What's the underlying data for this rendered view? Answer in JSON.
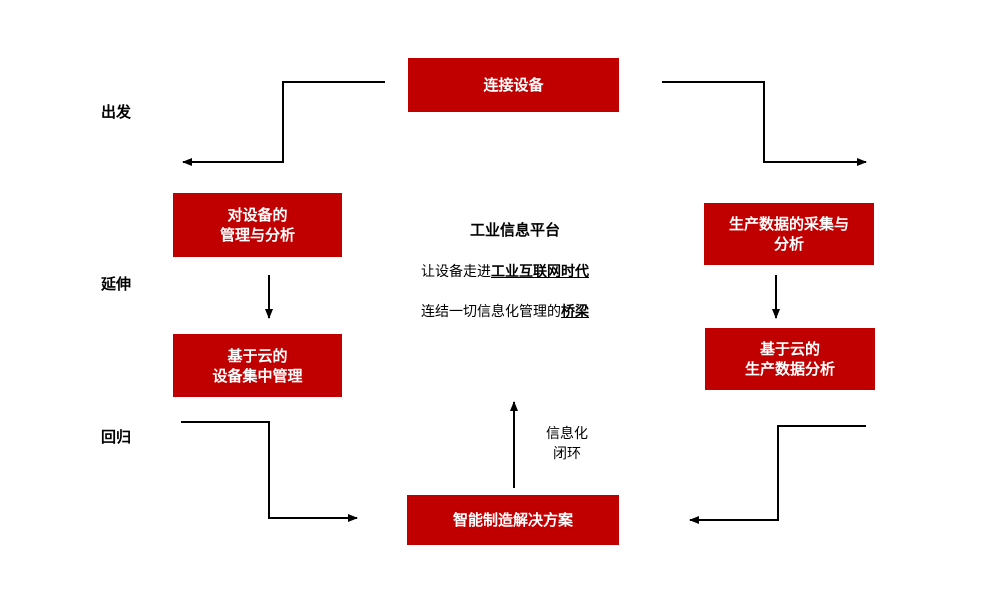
{
  "nodes": {
    "top": "连接设备",
    "left_mid": "对设备的\n管理与分析",
    "left_bottom": "基于云的\n设备集中管理",
    "right_mid": "生产数据的采集与\n分析",
    "right_bottom": "基于云的\n生产数据分析",
    "bottom": "智能制造解决方案"
  },
  "stages": {
    "depart": "出发",
    "extend": "延伸",
    "return": "回归"
  },
  "center": {
    "title": "工业信息平台",
    "line1_prefix": "让设备走进",
    "line1_emph": "工业互联网时代",
    "line2_prefix": "连结一切信息化管理的",
    "line2_emph": "桥梁"
  },
  "loop_label": "信息化\n闭环",
  "colors": {
    "box_fill": "#c00000",
    "box_text": "#ffffff",
    "line": "#000000"
  }
}
